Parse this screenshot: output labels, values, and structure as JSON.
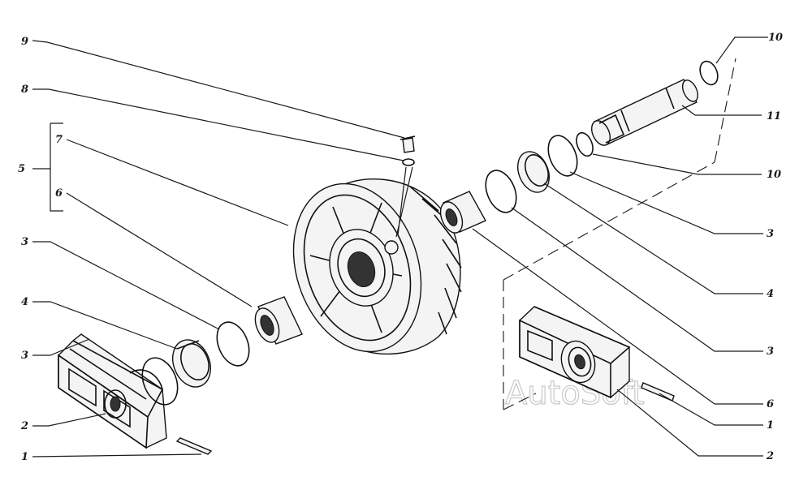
{
  "labels": {
    "l1_left": "1",
    "l2_left": "2",
    "l3_left_a": "3",
    "l3_left_b": "3",
    "l4_left": "4",
    "l5": "5",
    "l6_left": "6",
    "l7": "7",
    "l8": "8",
    "l9": "9",
    "l10_top": "10",
    "l11": "11",
    "l10_mid": "10",
    "l3_right_a": "3",
    "l4_right": "4",
    "l3_right_b": "3",
    "l6_right": "6",
    "l1_right": "1",
    "l2_right": "2"
  },
  "watermark": "AutoSoft"
}
